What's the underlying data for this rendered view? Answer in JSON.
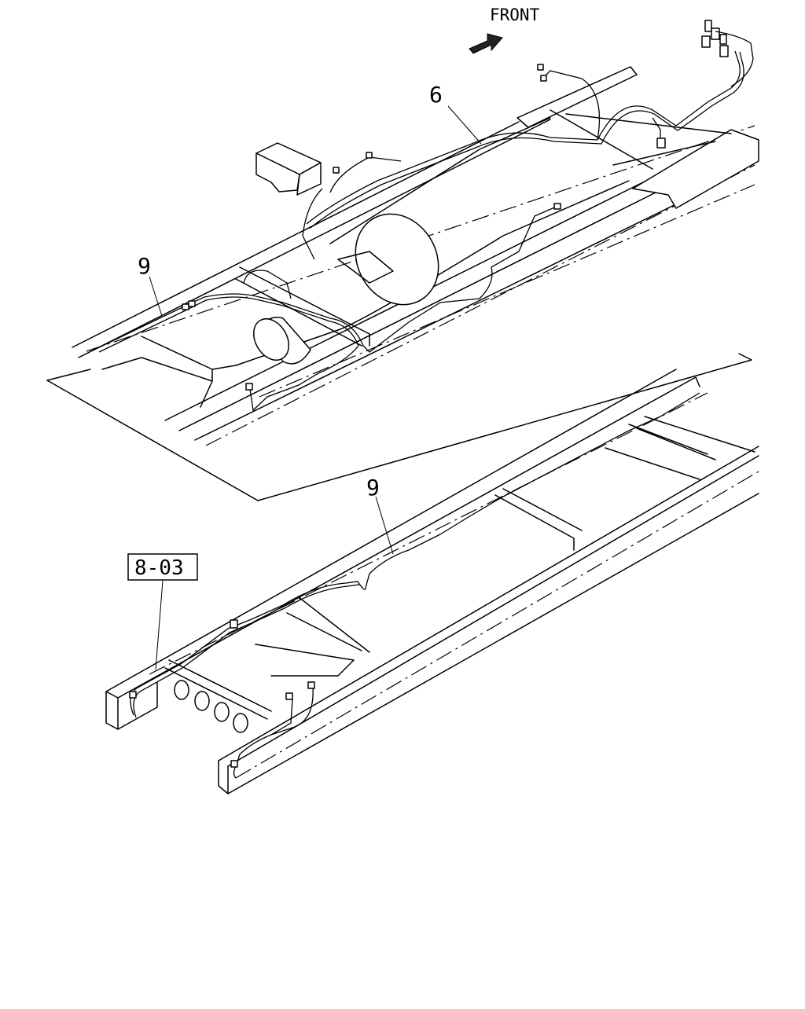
{
  "front_label": "FRONT",
  "callouts": {
    "harness_upper": "6",
    "harness_left": "9",
    "harness_lower": "9",
    "ref_box": "8-03"
  },
  "icons": {
    "front_arrow": "front-direction-arrow-icon"
  }
}
